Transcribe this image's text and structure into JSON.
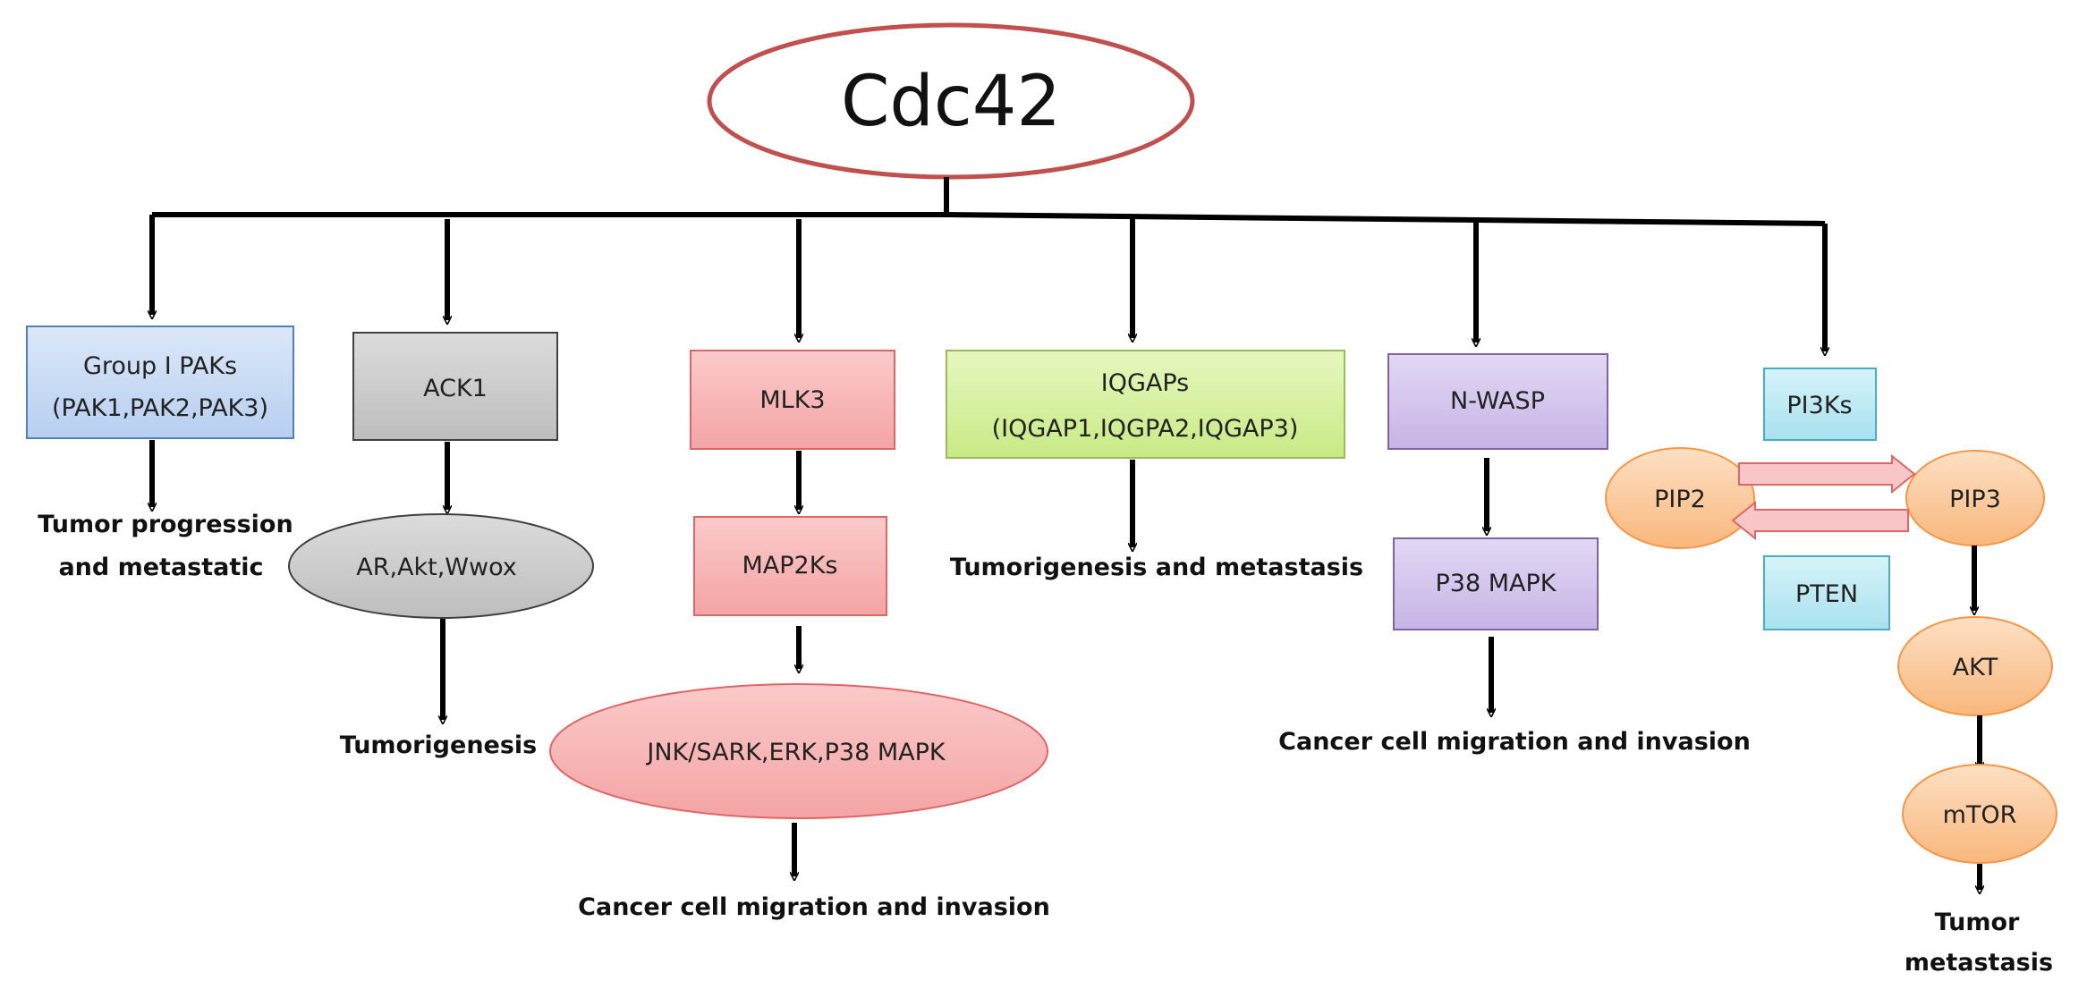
{
  "root": {
    "label": "Cdc42"
  },
  "branches": {
    "paks": {
      "node_line1": "Group Ⅰ PAKs",
      "node_line2": "(PAK1,PAK2,PAK3)",
      "outcome_line1": "Tumor progression",
      "outcome_line2": "and metastatic"
    },
    "ack1": {
      "node": "ACK1",
      "mid": "AR,Akt,Wwox",
      "outcome": "Tumorigenesis"
    },
    "mlk3": {
      "node": "MLK3",
      "mid": "MAP2Ks",
      "bottom": "JNK/SARK,ERK,P38 MAPK",
      "outcome": "Cancer cell migration and invasion"
    },
    "iqgaps": {
      "node_line1": "IQGAPs",
      "node_line2": "(IQGAP1,IQGPA2,IQGAP3)",
      "outcome": "Tumorigenesis and metastasis"
    },
    "nwasp": {
      "node": "N-WASP",
      "mid": "P38 MAPK",
      "outcome": "Cancer cell migration and invasion"
    },
    "pi3k": {
      "node": "PI3Ks",
      "pip2": "PIP2",
      "pip3": "PIP3",
      "pten": "PTEN",
      "akt": "AKT",
      "mtor": "mTOR",
      "outcome_line1": "Tumor",
      "outcome_line2": "metastasis"
    }
  },
  "colors": {
    "root_border": "#c0504d",
    "paks_fill": "#c6d9f1",
    "paks_border": "#4f81bd",
    "ack1_fill": "#c8c8c8",
    "ack1_border": "#404040",
    "mlk3_fill": "#f7b6b6",
    "mlk3_border": "#e06666",
    "iqgaps_fill": "#d7f0a0",
    "iqgaps_border": "#9bbb59",
    "nwasp_fill": "#d4c5ee",
    "nwasp_border": "#8064a2",
    "pi3k_fill": "#c3ecf4",
    "pi3k_border": "#4bacc6",
    "orange_fill": "#fbc99a",
    "orange_border": "#f79646",
    "pink_arrow_fill": "#f8c6c6",
    "pink_arrow_border": "#e06666"
  }
}
